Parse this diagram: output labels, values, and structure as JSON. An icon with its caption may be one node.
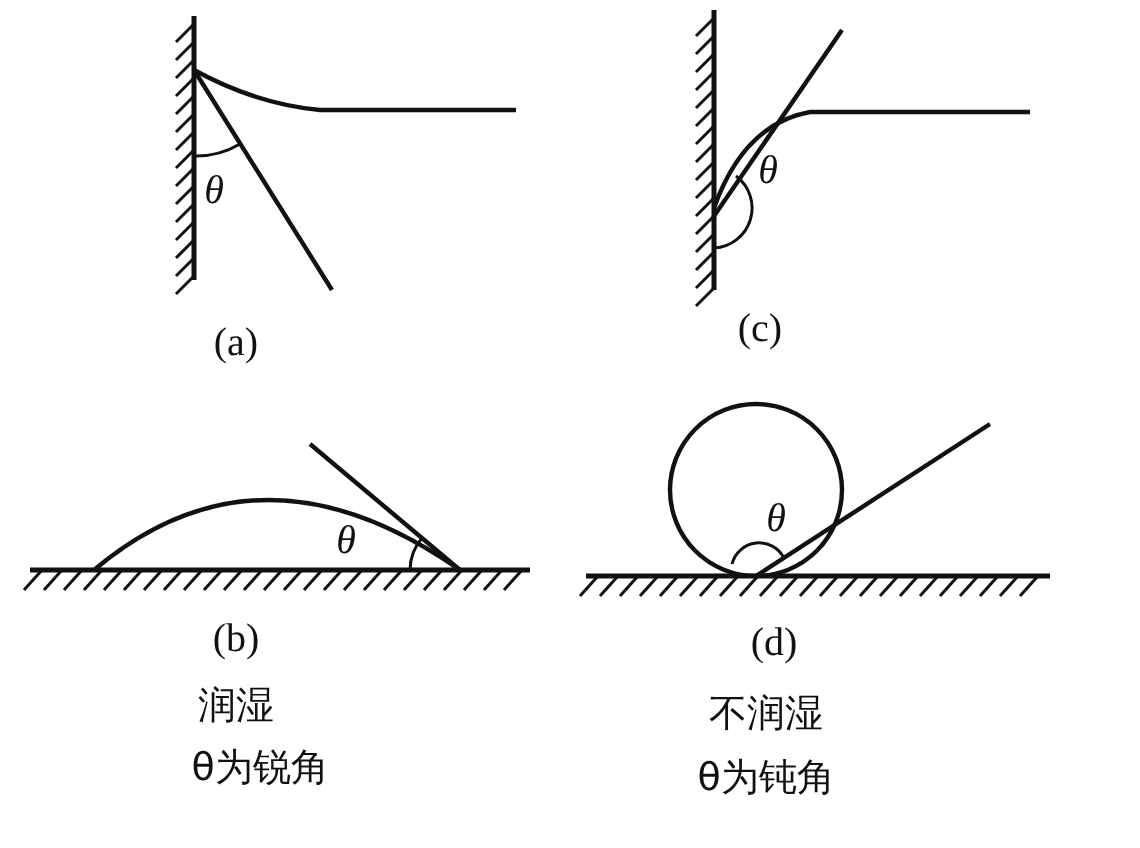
{
  "diagram": {
    "labels": [
      "θ",
      "θ",
      "(a)",
      "(c)",
      "θ",
      "θ",
      "(b)",
      "(d)",
      "润湿",
      "不润湿",
      "θ为锐角",
      "θ为钝角"
    ]
  }
}
